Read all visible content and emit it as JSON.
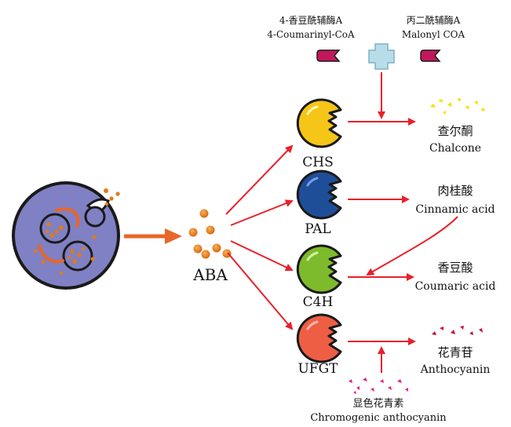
{
  "substrates": {
    "coumaroyl_cn": "4-香豆酰辅酶A",
    "coumaroyl_en": "4-Coumarinyl-CoA",
    "malonyl_cn": "丙二酰辅酶A",
    "malonyl_en": "Malonyl COA"
  },
  "aba_label": "ABA",
  "enzymes": [
    {
      "label": "CHS",
      "color": "#f5c518"
    },
    {
      "label": "PAL",
      "color": "#1f4e99"
    },
    {
      "label": "C4H",
      "color": "#7dbb2c"
    },
    {
      "label": "UFGT",
      "color": "#ee5e45"
    }
  ],
  "products": [
    {
      "cn": "查尔酮",
      "en": "Chalcone"
    },
    {
      "cn": "肉桂酸",
      "en": "Cinnamic acid"
    },
    {
      "cn": "香豆酸",
      "en": "Coumaric acid"
    },
    {
      "cn": "花青苷",
      "en": "Anthocyanin"
    }
  ],
  "precursor": {
    "cn": "显色花青素",
    "en": "Chromogenic anthocyanin"
  },
  "colors": {
    "arrow": "#e8202a",
    "orange_arrow": "#e8662a",
    "cell_body": "#8080c4",
    "cell_outline": "#1a1a1a",
    "aba_dot": "#e07a18",
    "chalcone_dots": "#f2e200",
    "anthocyanin_dots": "#c8103a",
    "chromogenic_dots": "#e8208a",
    "coa_icon": "#c2185b",
    "plus_icon": "#b8dde8"
  }
}
